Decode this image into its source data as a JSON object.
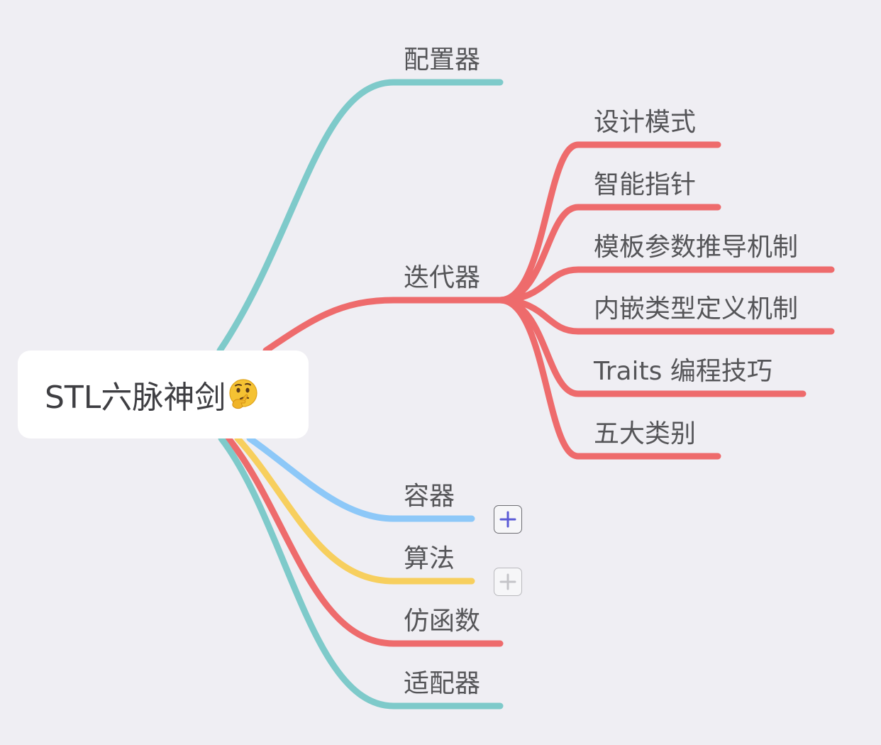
{
  "root": {
    "label": "STL六脉神剑",
    "emoji_icon": "thinking-face-icon"
  },
  "branches": [
    {
      "id": "allocator",
      "label": "配置器",
      "color": "#7ecaca"
    },
    {
      "id": "iterator",
      "label": "迭代器",
      "color": "#ee6b6c",
      "children": [
        {
          "label": "设计模式"
        },
        {
          "label": "智能指针"
        },
        {
          "label": "模板参数推导机制"
        },
        {
          "label": "内嵌类型定义机制"
        },
        {
          "label": "Traits 编程技巧"
        },
        {
          "label": "五大类别"
        }
      ]
    },
    {
      "id": "container",
      "label": "容器",
      "color": "#8dc8f8",
      "collapsed_icon": "plus-icon"
    },
    {
      "id": "algorithm",
      "label": "算法",
      "color": "#f7cf5e",
      "collapsed_icon": "plus-icon"
    },
    {
      "id": "functor",
      "label": "仿函数",
      "color": "#ee6b6c"
    },
    {
      "id": "adapter",
      "label": "适配器",
      "color": "#7ecaca"
    }
  ]
}
